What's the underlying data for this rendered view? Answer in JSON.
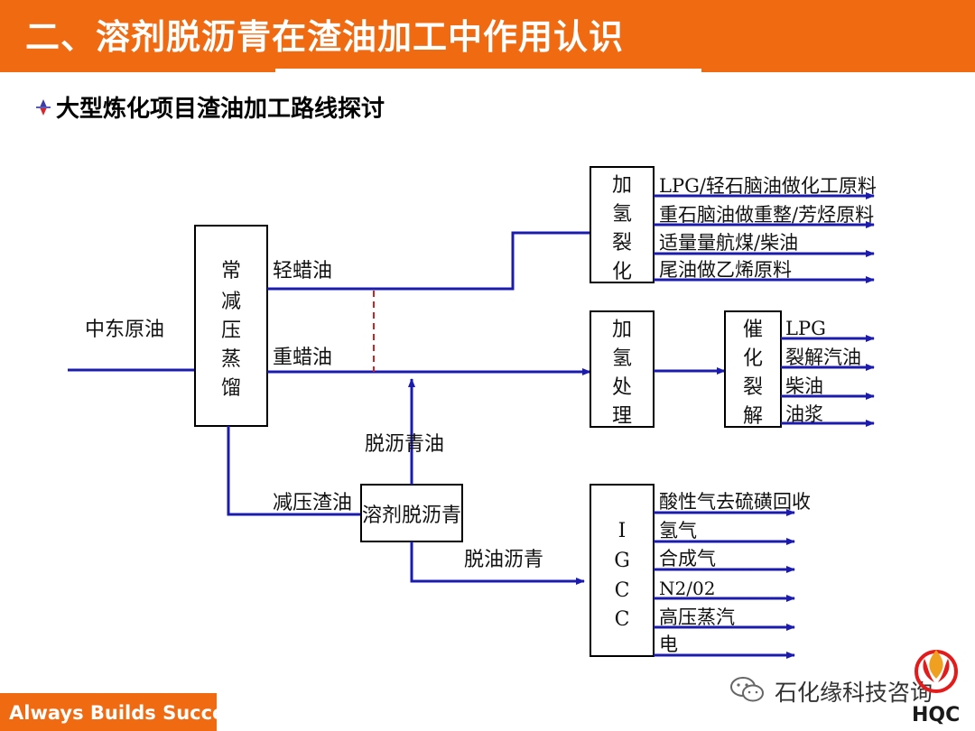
{
  "header": {
    "title": "二、溶剂脱沥青在渣油加工中作用认识"
  },
  "subtitle": "大型炼化项目渣油加工路线探讨",
  "diagram": {
    "input_label": "中东原油",
    "distill_box": [
      "常",
      "减",
      "压",
      "蒸",
      "馏"
    ],
    "light_wax_oil": "轻蜡油",
    "heavy_wax_oil": "重蜡油",
    "vacuum_residue": "减压渣油",
    "sda_box": "溶剂脱沥青",
    "dao": "脱沥青油",
    "asphalt": "脱油沥青",
    "hydrocracking_box": [
      "加",
      "氢",
      "裂",
      "化"
    ],
    "hydrocracking_products": [
      "LPG/轻石脑油做化工原料",
      "重石脑油做重整/芳烃原料",
      "适量量航煤/柴油",
      "尾油做乙烯原料"
    ],
    "hydrotreating_box": [
      "加",
      "氢",
      "处",
      "理"
    ],
    "fcc_box": [
      "催",
      "化",
      "裂",
      "解"
    ],
    "fcc_products": [
      "LPG",
      "裂解汽油",
      "柴油",
      "油浆"
    ],
    "igcc_box": [
      "I",
      "G",
      "C",
      "C"
    ],
    "igcc_products": [
      "酸性气去硫磺回收",
      "氢气",
      "合成气",
      "N2/02",
      "高压蒸汽",
      "电"
    ]
  },
  "footer": {
    "slogan": "Always Builds Success"
  },
  "watermark": {
    "text": "石化缘科技咨询",
    "icon": "wechat-icon"
  },
  "logo": {
    "text": "HQC"
  },
  "colors": {
    "accent": "#f06a12",
    "flow": "#1b1bb0",
    "dashed": "#d62020"
  }
}
